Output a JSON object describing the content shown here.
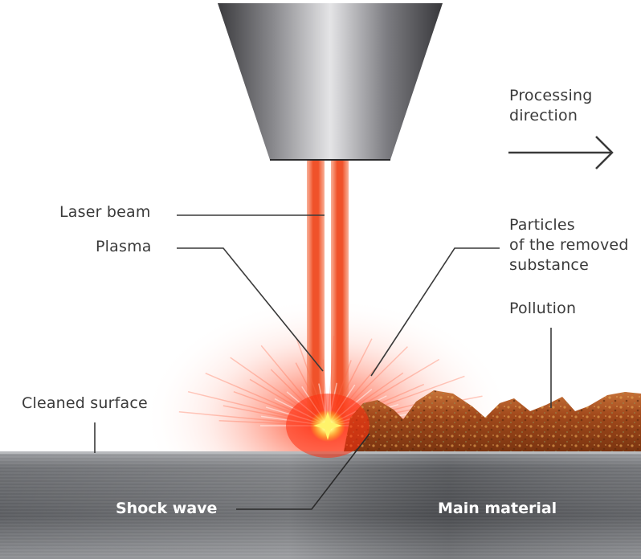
{
  "labels": {
    "processing_direction": [
      "Processing",
      "direction"
    ],
    "laser_beam": "Laser beam",
    "plasma": "Plasma",
    "particles": [
      "Particles",
      "of the removed",
      "substance"
    ],
    "pollution": "Pollution",
    "cleaned_surface": "Cleaned surface",
    "shock_wave": "Shock wave",
    "main_material": "Main material"
  },
  "colors": {
    "beam": "#f0522a",
    "flash": "#ffe600",
    "rust": "#b5541c",
    "metal": "#5a5c60",
    "leader": "#3a3a3a"
  }
}
